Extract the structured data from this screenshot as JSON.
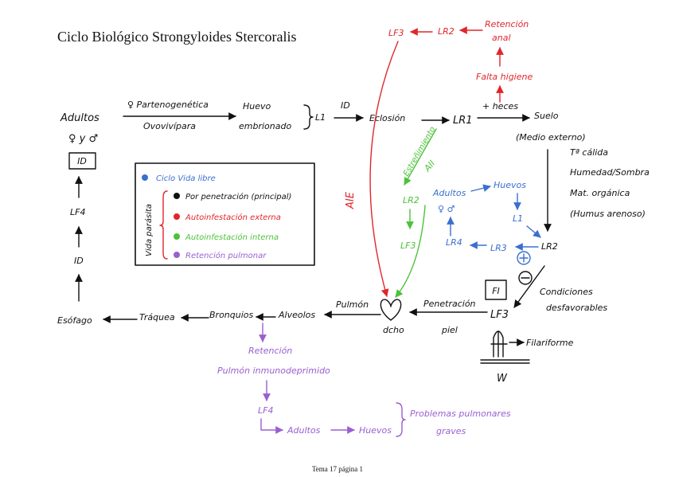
{
  "title": "Ciclo Biológico Strongyloides Stercoralis",
  "footer": "Tema 17 página 1",
  "colors": {
    "black": "#111111",
    "red": "#e0262b",
    "green": "#4cc23a",
    "blue": "#3a6fd0",
    "purple": "#9a5fd0"
  },
  "host": {
    "adultos": "Adultos",
    "sexes": "♀ y ♂",
    "id_box": "ID",
    "lf4": "LF4",
    "id": "ID",
    "esofago": "Esófago",
    "traquea": "Tráquea",
    "bronquios": "Bronquios",
    "alveolos": "Alveolos",
    "pulmon": "Pulmón",
    "heart_label": "dcho",
    "penetracion": "Penetración",
    "piel": "piel",
    "lf3": "LF3",
    "fi_box": "FI",
    "filariforme": "Filariforme",
    "w": "W",
    "condiciones": "Condiciones",
    "desfavorables": "desfavorables"
  },
  "top_row": {
    "partenogenetica": "♀ Partenogenética",
    "ovovivipara": "Ovovivípara",
    "huevo": "Huevo",
    "embrionado": "embrionado",
    "l1": "L1",
    "id": "ID",
    "eclosion": "Eclosión",
    "lr1": "LR1",
    "heces": "+ heces",
    "suelo": "Suelo",
    "medio_externo": "(Medio externo)",
    "temp": "Tª cálida",
    "humedad": "Humedad/Sombra",
    "materia": "Mat. orgánica",
    "humus": "(Humus arenoso)",
    "lr2": "LR2"
  },
  "external_autoinfection": {
    "lf3": "LF3",
    "lr2": "LR2",
    "retencion": "Retención",
    "anal": "anal",
    "higiene": "Falta higiene",
    "label": "AIE"
  },
  "internal_autoinfection": {
    "estrenimiento": "Estreñimiento",
    "label": "AII",
    "lr2": "LR2",
    "lf3": "LF3"
  },
  "free_life": {
    "adultos": "Adultos",
    "sexes": "♀ ♂",
    "huevos": "Huevos",
    "l1": "L1",
    "lr3": "LR3",
    "lr4": "LR4"
  },
  "legend": {
    "free": "Ciclo Vida libre",
    "parasitic": "Vida parásita",
    "penetration": "Por penetración (principal)",
    "ext": "Autoinfestación externa",
    "int": "Autoinfestación interna",
    "pulm": "Retención pulmonar"
  },
  "pulmonary": {
    "retencion": "Retención",
    "inmuno": "Pulmón inmunodeprimido",
    "lf4": "LF4",
    "adultos": "Adultos",
    "huevos": "Huevos",
    "problemas": "Problemas pulmonares",
    "graves": "graves"
  },
  "icons": [
    "heart-icon",
    "plus-circle-icon",
    "minus-circle-icon",
    "filariform-larva-icon",
    "brace-icon"
  ]
}
